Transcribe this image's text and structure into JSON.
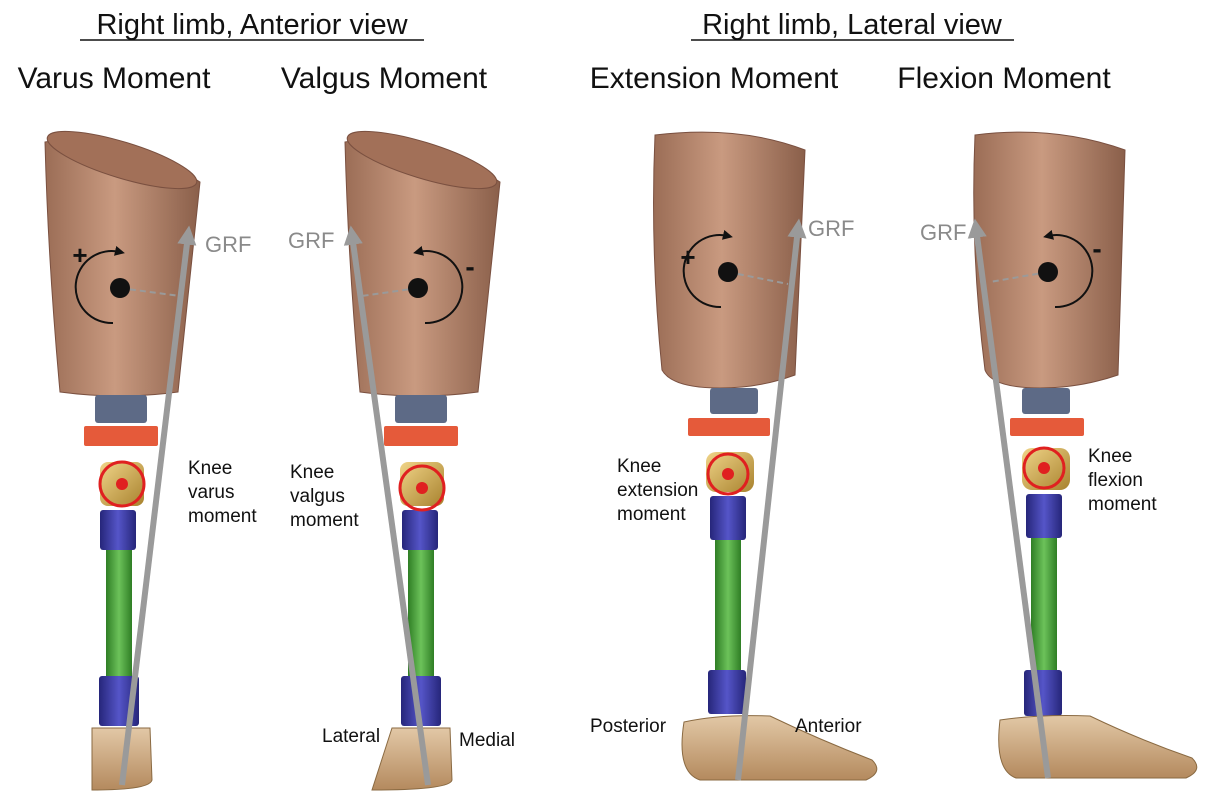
{
  "headers": {
    "anterior": "Right limb, Anterior view",
    "lateral": "Right limb, Lateral view"
  },
  "panels": [
    {
      "title": "Varus Moment",
      "sign": "+",
      "grf": "GRF",
      "knee": [
        "Knee",
        "varus",
        "moment"
      ]
    },
    {
      "title": "Valgus Moment",
      "sign": "-",
      "grf": "GRF",
      "knee": [
        "Knee",
        "valgus",
        "moment"
      ]
    },
    {
      "title": "Extension Moment",
      "sign": "+",
      "grf": "GRF",
      "knee": [
        "Knee",
        "extension",
        "moment"
      ]
    },
    {
      "title": "Flexion Moment",
      "sign": "-",
      "grf": "GRF",
      "knee": [
        "Knee",
        "flexion",
        "moment"
      ]
    }
  ],
  "directions": {
    "lateral": "Lateral",
    "medial": "Medial",
    "posterior": "Posterior",
    "anterior": "Anterior"
  },
  "colors": {
    "socket": "#b98a70",
    "socket_dark": "#8a5f4a",
    "pylon": "#4aa63a",
    "adapter": "#3a3aa0",
    "clamp": "#e55a3a",
    "knee_gold": "#d6b055",
    "foot": "#c9a37a",
    "arrow": "#9a9a9a",
    "moment_ring": "#e02020"
  }
}
